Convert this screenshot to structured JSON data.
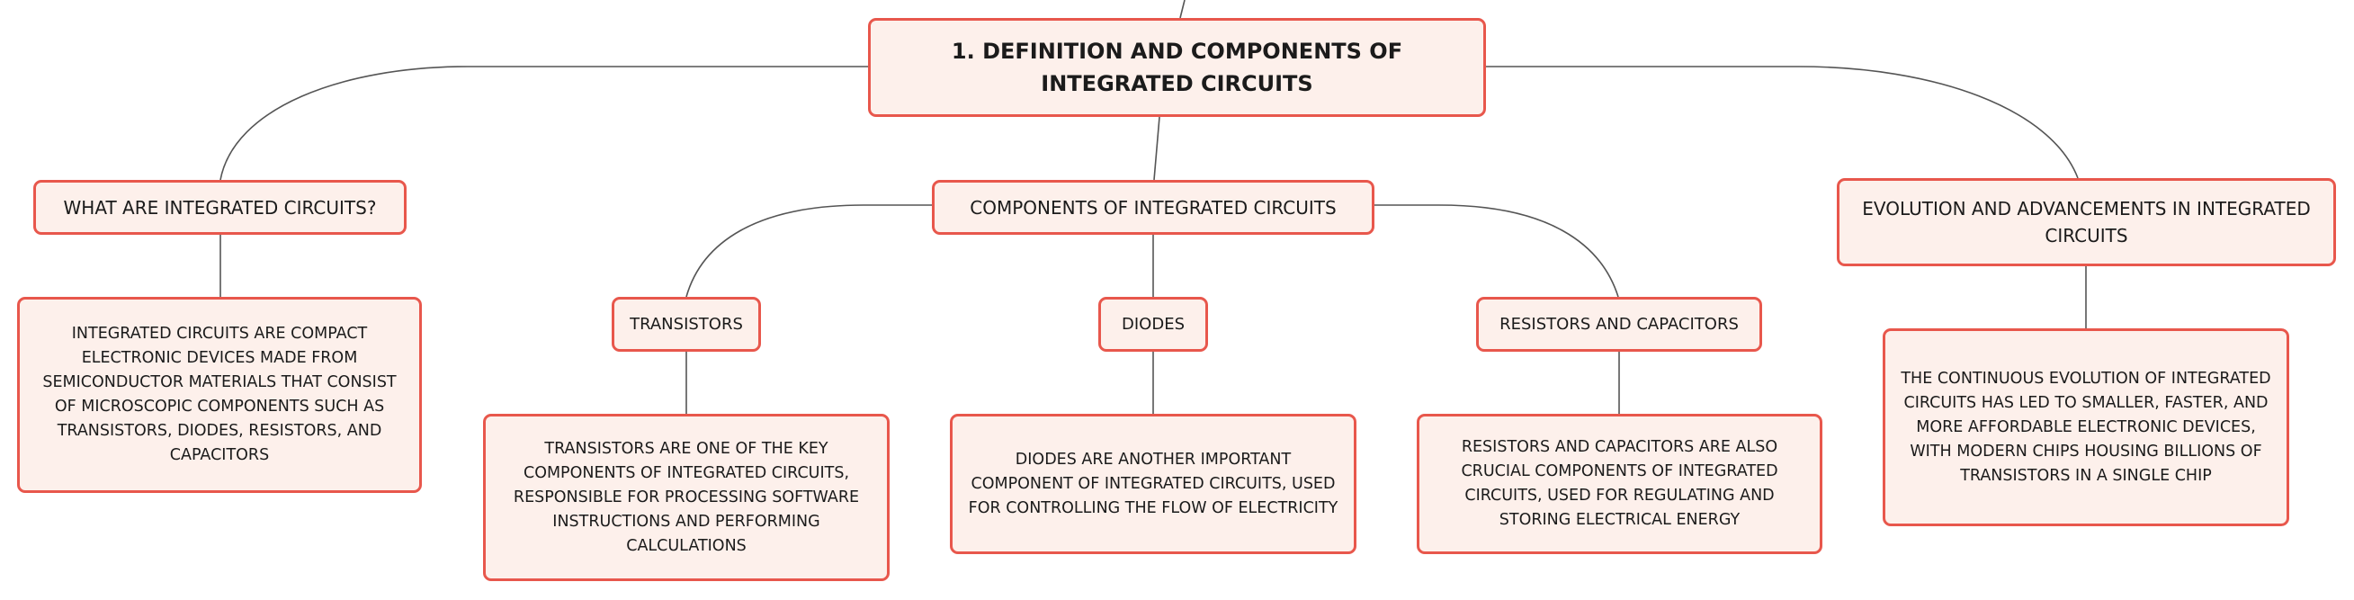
{
  "colors": {
    "node_border": "#e8574c",
    "node_fill": "#fdf0eb",
    "connector": "#555555",
    "text": "#1b1b1b"
  },
  "root": {
    "title": "1. DEFINITION AND COMPONENTS OF INTEGRATED CIRCUITS"
  },
  "what": {
    "title": "WHAT ARE INTEGRATED CIRCUITS?",
    "description": "INTEGRATED CIRCUITS ARE COMPACT ELECTRONIC DEVICES MADE FROM SEMICONDUCTOR MATERIALS THAT CONSIST OF MICROSCOPIC COMPONENTS SUCH AS TRANSISTORS, DIODES, RESISTORS, AND CAPACITORS"
  },
  "components": {
    "title": "COMPONENTS OF INTEGRATED CIRCUITS",
    "transistors": {
      "title": "TRANSISTORS",
      "description": "TRANSISTORS ARE ONE OF THE KEY COMPONENTS OF INTEGRATED CIRCUITS, RESPONSIBLE FOR PROCESSING SOFTWARE INSTRUCTIONS AND PERFORMING CALCULATIONS"
    },
    "diodes": {
      "title": "DIODES",
      "description": "DIODES ARE ANOTHER IMPORTANT COMPONENT OF INTEGRATED CIRCUITS, USED FOR CONTROLLING THE FLOW OF ELECTRICITY"
    },
    "resistors": {
      "title": "RESISTORS AND CAPACITORS",
      "description": "RESISTORS AND CAPACITORS ARE ALSO CRUCIAL COMPONENTS OF INTEGRATED CIRCUITS, USED FOR REGULATING AND STORING ELECTRICAL ENERGY"
    }
  },
  "evolution": {
    "title": "EVOLUTION AND ADVANCEMENTS IN INTEGRATED CIRCUITS",
    "description": "THE CONTINUOUS EVOLUTION OF INTEGRATED CIRCUITS HAS LED TO SMALLER, FASTER, AND MORE AFFORDABLE ELECTRONIC DEVICES, WITH MODERN CHIPS HOUSING BILLIONS OF TRANSISTORS IN A SINGLE CHIP"
  }
}
